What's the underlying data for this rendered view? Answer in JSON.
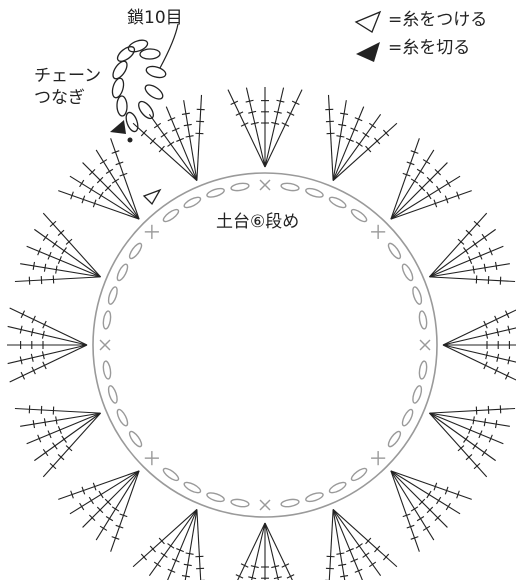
{
  "labels": {
    "chain10": "鎖10目",
    "join_line1": "チェーン",
    "join_line2": "つなぎ",
    "foundation_row": "土台⑥段め"
  },
  "legend": {
    "attach_yarn": "=糸をつける",
    "cut_yarn": "=糸を切る"
  },
  "colors": {
    "stitch_line": "#222222",
    "foundation_gray": "#9a9a9a",
    "text": "#222222"
  }
}
